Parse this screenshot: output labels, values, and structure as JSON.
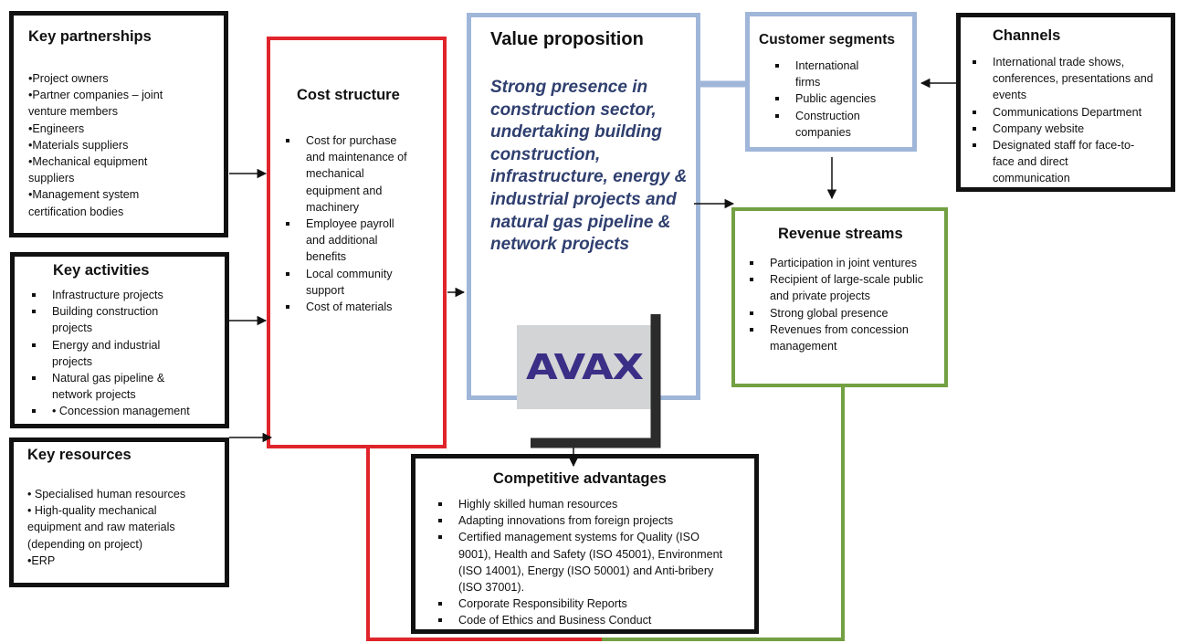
{
  "key_partnerships": {
    "title": "Key partnerships",
    "items": [
      "•Project owners",
      "•Partner companies – joint",
      "venture members",
      "•Engineers",
      "•Materials suppliers",
      "•Mechanical equipment",
      "suppliers",
      "•Management system",
      "certification bodies"
    ]
  },
  "key_activities": {
    "title": "Key activities",
    "items": [
      "Infrastructure projects",
      "Building construction projects",
      "Energy and industrial projects",
      "Natural gas pipeline & network projects",
      "• Concession management"
    ]
  },
  "key_resources": {
    "title": "Key resources",
    "items": [
      "• Specialised human resources",
      "• High-quality mechanical",
      "equipment and raw materials",
      "(depending on project)",
      "•ERP"
    ]
  },
  "cost_structure": {
    "title": "Cost structure",
    "items": [
      "Cost for purchase and maintenance of mechanical equipment and machinery",
      "Employee payroll and additional benefits",
      "Local community support",
      "Cost of materials"
    ]
  },
  "value_proposition": {
    "title": "Value proposition",
    "statement": "Strong presence in construction sector, undertaking building construction, infrastructure, energy & industrial projects and natural gas pipeline & network projects"
  },
  "logo": {
    "text": "AVAX"
  },
  "customer_segments": {
    "title": "Customer segments",
    "items": [
      "International firms",
      "Public agencies",
      "Construction companies"
    ]
  },
  "channels": {
    "title": "Channels",
    "items": [
      "International trade shows, conferences, presentations and events",
      "Communications Department",
      "Company website",
      "Designated staff for face-to-face and direct communication"
    ]
  },
  "revenue_streams": {
    "title": "Revenue streams",
    "items": [
      "Participation in joint ventures",
      "Recipient of large-scale public and private projects",
      "Strong global presence",
      "Revenues from concession management"
    ]
  },
  "competitive_advantages": {
    "title": "Competitive advantages",
    "items": [
      "Highly skilled human resources",
      "Adapting innovations from foreign projects",
      "Certified management systems for Quality (ISO 9001), Health and Safety (ISO 45001),  Environment (ISO 14001), Energy (ISO 50001) and Anti-bribery (ISO 37001).",
      "Corporate Responsibility Reports",
      "Code of Ethics and Business Conduct"
    ]
  },
  "colors": {
    "cost_border": "#e0242b",
    "value_border": "#9fb6d9",
    "revenue_border": "#72a043",
    "value_text": "#2f3f6f",
    "logo_text": "#3a2f86"
  }
}
